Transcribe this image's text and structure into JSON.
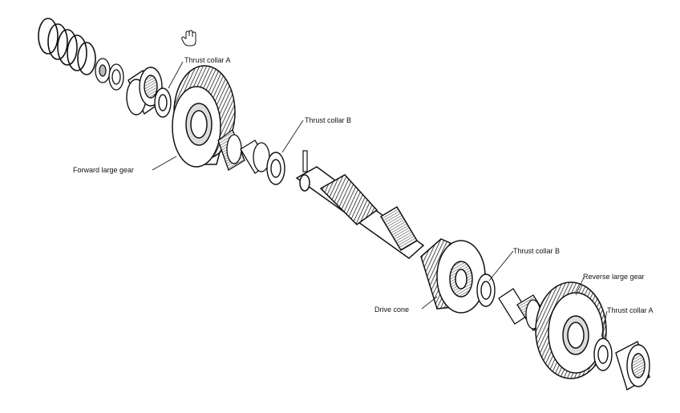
{
  "labels": {
    "thrust_collar_a_top": "Thrust collar A",
    "thrust_collar_b_top": "Thrust collar B",
    "forward_large_gear": "Forward large gear",
    "thrust_collar_b_bottom": "Thrust collar B",
    "reverse_large_gear": "Reverse large gear",
    "drive_cone": "Drive cone",
    "thrust_collar_a_bottom": "Thrust collar A"
  },
  "icons": {
    "cursor": "hand-cursor-icon"
  },
  "colors": {
    "ink": "#111111",
    "background": "#ffffff",
    "shade": "#cfcfcf"
  }
}
